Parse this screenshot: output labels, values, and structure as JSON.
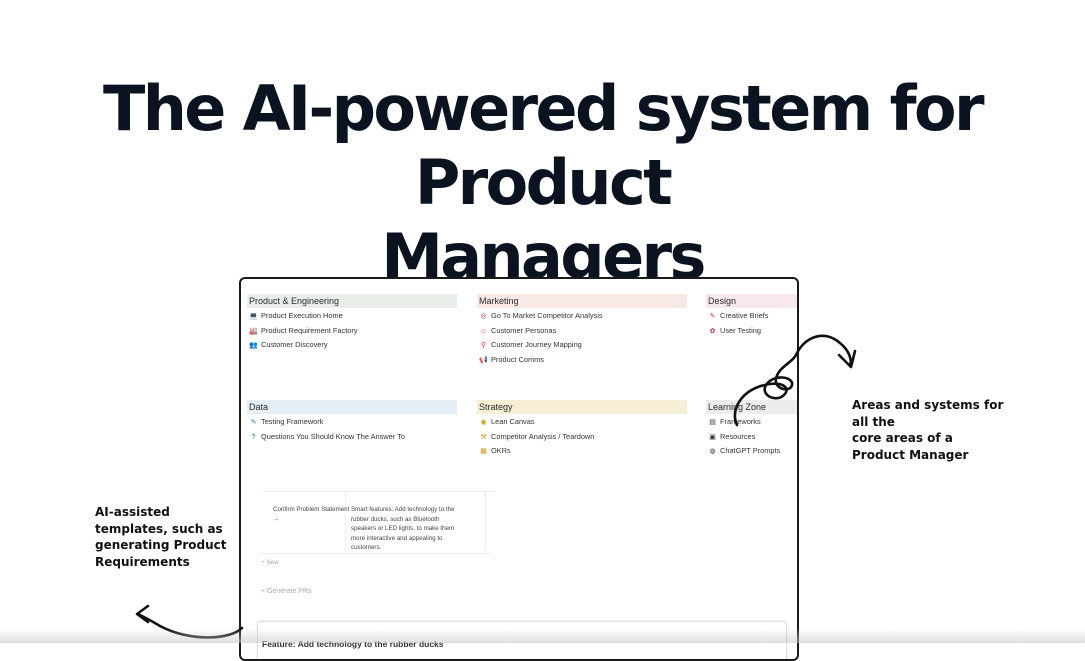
{
  "hero": {
    "line1": "The AI-powered system for Product",
    "line2": "Managers"
  },
  "sections": {
    "product_engineering": {
      "title": "Product & Engineering",
      "color": "#e8efe9",
      "items": [
        {
          "icon": "laptop-icon",
          "label": "Product Execution Home"
        },
        {
          "icon": "factory-icon",
          "label": "Product Requirement Factory"
        },
        {
          "icon": "people-icon",
          "label": "Customer Discovery"
        }
      ]
    },
    "marketing": {
      "title": "Marketing",
      "color": "#f8e8e6",
      "items": [
        {
          "icon": "target-icon",
          "label": "Go To Market Competitor Analysis"
        },
        {
          "icon": "persona-icon",
          "label": "Customer Personas"
        },
        {
          "icon": "map-pin-icon",
          "label": "Customer Journey Mapping"
        },
        {
          "icon": "megaphone-icon",
          "label": "Product Comms"
        }
      ]
    },
    "design": {
      "title": "Design",
      "color": "#f7e8ec",
      "items": [
        {
          "icon": "pencil-icon",
          "label": "Creative Briefs"
        },
        {
          "icon": "flower-icon",
          "label": "User Testing"
        }
      ]
    },
    "data": {
      "title": "Data",
      "color": "#e6eef5",
      "items": [
        {
          "icon": "pencil-icon",
          "label": "Testing Framework"
        },
        {
          "icon": "question-icon",
          "label": "Questions You Should Know The Answer To"
        }
      ]
    },
    "strategy": {
      "title": "Strategy",
      "color": "#f6efd6",
      "items": [
        {
          "icon": "chart-icon",
          "label": "Lean Canvas"
        },
        {
          "icon": "hammer-icon",
          "label": "Competitor Analysis / Teardown"
        },
        {
          "icon": "calendar-icon",
          "label": "OKRs"
        }
      ]
    },
    "learning": {
      "title": "Learning Zone",
      "color": "#ececec",
      "items": [
        {
          "icon": "chart-icon",
          "label": "Frameworks"
        },
        {
          "icon": "book-icon",
          "label": "Resources"
        },
        {
          "icon": "chat-icon",
          "label": "ChatGPT Prompts"
        }
      ]
    }
  },
  "table": {
    "row_name": "Confirm Problem Statement",
    "row_arrow": "→",
    "row_desc_lines": [
      "Smart features: Add technology to the",
      "rubber ducks, such as Bluetooth",
      "speakers or LED lights, to make them",
      "more interactive and appealing to",
      "customers."
    ],
    "new_label": "+ New",
    "generate_label": "+ Generate PRs",
    "card_title": "Feature: Add technology to the rubber ducks"
  },
  "annotations": {
    "right": [
      "Areas and systems for",
      "all the",
      "core areas of a",
      "Product Manager"
    ],
    "left": [
      "AI-assisted",
      "templates, such as",
      "generating Product",
      "Requirements"
    ]
  }
}
